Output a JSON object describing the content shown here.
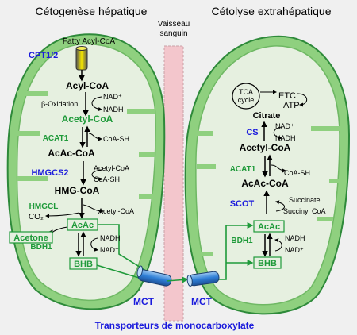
{
  "titles": {
    "left": "Cétogenèse hépatique",
    "right": "Cétolyse extrahépatique",
    "vessel": "Vaisseau sanguin",
    "bottom": "Transporteurs de monocarboxylate"
  },
  "left": {
    "fatty_acyl_coa": "Fatty Acyl-CoA",
    "cpt": "CPT1/2",
    "acyl_coa": "Acyl-CoA",
    "beta_ox": "β-Oxidation",
    "nad_plus": "NAD⁺",
    "nadh": "NADH",
    "acetyl_coa": "Acetyl-CoA",
    "acat1": "ACAT1",
    "coa_sh": "CoA-SH",
    "acac_coa": "AcAc-CoA",
    "hmgcs2": "HMGCS2",
    "acetyl_coa_in": "Acetyl-CoA",
    "coa_sh2": "CoA-SH",
    "hmg_coa": "HMG-CoA",
    "hmgcl": "HMGCL",
    "acetyl_coa_out": "Acetyl-CoA",
    "co2": "CO₂",
    "acac": "AcAc",
    "acetone": "Acetone",
    "bdh1": "BDH1",
    "nadh2": "NADH",
    "nad_plus2": "NAD⁺",
    "bhb": "BHB",
    "mct": "MCT"
  },
  "right": {
    "tca": "TCA cycle",
    "etc": "ETC",
    "atp": "ATP",
    "citrate": "Citrate",
    "cs": "CS",
    "nad_plus": "NAD⁺",
    "nadh": "NADH",
    "acetyl_coa": "Acetyl-CoA",
    "acat1": "ACAT1",
    "coa_sh": "CoA-SH",
    "acac_coa": "AcAc-CoA",
    "scot": "SCOT",
    "succinate": "Succinate",
    "succinyl_coa": "Succinyl CoA",
    "acac": "AcAc",
    "bdh1": "BDH1",
    "nad_plus2": "NAD⁺",
    "bhb": "BHB",
    "mct": "MCT"
  },
  "colors": {
    "mito_fill": "#8fd07f",
    "mito_stroke": "#2e8a3a",
    "cristae_fill": "#e6f0e0",
    "vessel": "#f3c6cc",
    "enzyme_blue": "#1a1adc",
    "metabolite_green": "#1f9a3a",
    "transporter": "#2f7fd6"
  }
}
